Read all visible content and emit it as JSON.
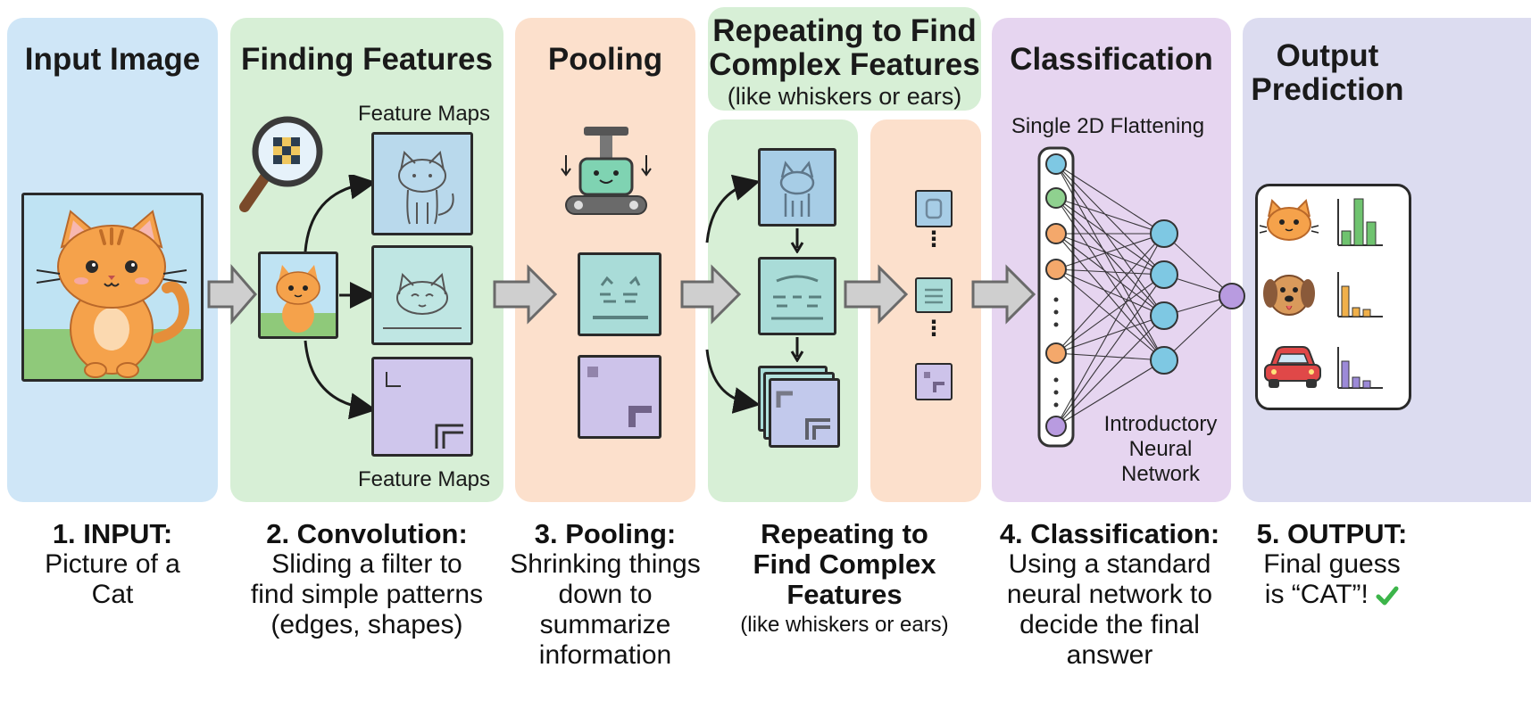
{
  "panels": {
    "input": {
      "title": "Input Image",
      "color": "#cfe6f7"
    },
    "features": {
      "title": "Finding Features",
      "color": "#d7efd6",
      "maps_top": "Feature Maps",
      "maps_bottom": "Feature Maps"
    },
    "pooling": {
      "title": "Pooling",
      "color": "#fce0cc"
    },
    "repeating": {
      "title_line1": "Repeating to Find",
      "title_line2": "Complex Features",
      "subtitle": "(like whiskers or ears)",
      "color": "#d7efd6"
    },
    "classification": {
      "title": "Classification",
      "color": "#e6d5f0",
      "flatten_label": "Single 2D Flattening",
      "network_label_1": "Introductory",
      "network_label_2": "Neural",
      "network_label_3": "Network"
    },
    "output": {
      "title_line1": "Output",
      "title_line2": "Prediction",
      "color": "#dcdcf0"
    }
  },
  "captions": [
    {
      "heading": "1. INPUT:",
      "lines": [
        "Picture of a",
        "Cat"
      ]
    },
    {
      "heading": "2. Convolution:",
      "lines": [
        "Sliding a filter to",
        "find simple patterns",
        "(edges, shapes)"
      ]
    },
    {
      "heading": "3. Pooling:",
      "lines": [
        "Shrinking things",
        "down to summarize",
        "information"
      ]
    },
    {
      "heading": "Repeating to",
      "heading2": "Find Complex",
      "heading3": "Features",
      "lines": [
        "(like whiskers or ears)"
      ]
    },
    {
      "heading": "4. Classification:",
      "lines": [
        "Using a standard",
        "neural network to",
        "decide the final answer"
      ]
    },
    {
      "heading": "5. OUTPUT:",
      "lines": [
        "Final guess",
        "is “CAT”!"
      ]
    }
  ],
  "icons": [
    "magnifier-icon",
    "cat-icon",
    "dog-icon",
    "car-icon",
    "checkmark-icon",
    "pooling-machine-icon"
  ],
  "colors": {
    "node_green": "#8fd18f",
    "node_orange": "#f4a86b",
    "node_blue": "#7ec8e3",
    "node_purple": "#b89be0",
    "check": "#3cb54a"
  }
}
